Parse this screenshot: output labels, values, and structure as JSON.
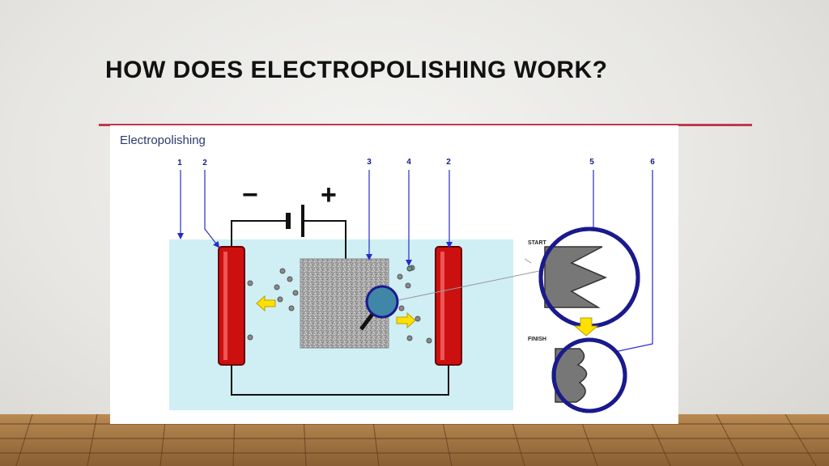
{
  "slide": {
    "title": "HOW DOES ELECTROPOLISHING WORK?"
  },
  "diagram": {
    "heading": "Electropolishing",
    "callouts": [
      "1",
      "2",
      "3",
      "4",
      "2",
      "5",
      "6"
    ],
    "battery": {
      "negative": "−",
      "positive": "+"
    },
    "labels": {
      "start": "START",
      "finish": "FINISH"
    }
  },
  "colors": {
    "accent_rule": "#c0394b",
    "electrolyte": "#cfeff5",
    "cathode": "#cc1010",
    "arrow_blue": "#2a2acc",
    "flow_arrow": "#ffe000",
    "circle_outline": "#1a1a8c"
  }
}
